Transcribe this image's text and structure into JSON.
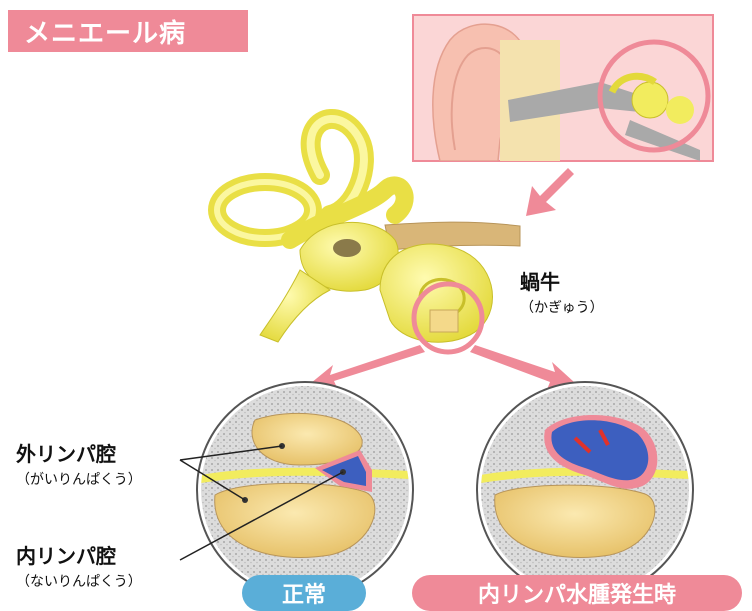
{
  "title": "メニエール病",
  "cochlea_label": {
    "main": "蝸牛",
    "reading": "（かぎゅう）"
  },
  "perilymph_label": {
    "main": "外リンパ腔",
    "reading": "（がいりんぱくう）"
  },
  "endolymph_label": {
    "main": "内リンパ腔",
    "reading": "（ないりんぱくう）"
  },
  "normal_label": "正常",
  "hydrops_label": "内リンパ水腫発生時",
  "colors": {
    "pink": "#ef8a98",
    "blue_pill": "#5aaed8",
    "bone_yellow": "#f2ec5e",
    "cavity": "#f4d98a",
    "endolymph_blue": "#3d5fbf"
  }
}
